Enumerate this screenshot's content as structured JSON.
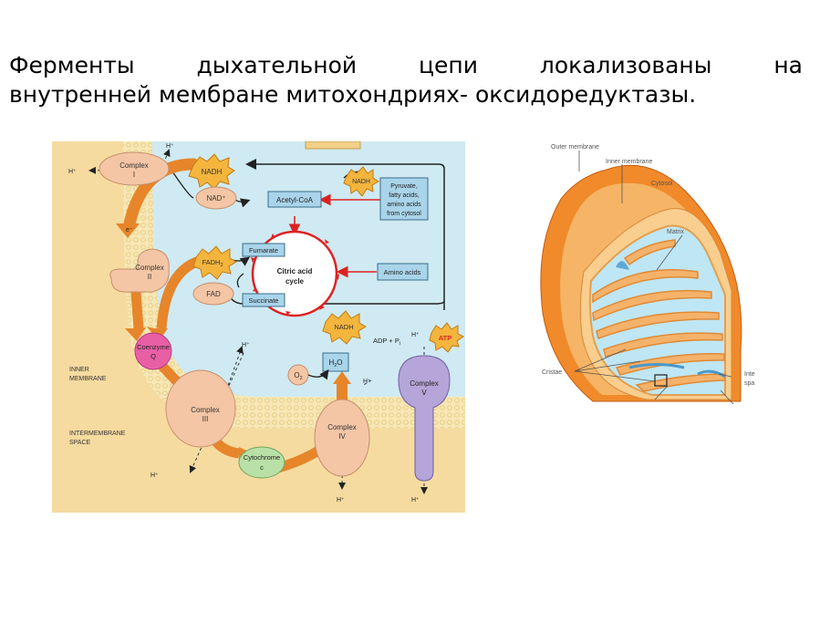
{
  "title": {
    "line1_words": [
      "Ферменты",
      "дыхательной",
      "цепи",
      "локализованы",
      "на"
    ],
    "line2": "внутренней мембране митохондриях- оксидоредуктазы."
  },
  "left_diagram": {
    "complex1": [
      "Complex",
      "I"
    ],
    "complex2": [
      "Complex",
      "II"
    ],
    "complex3": [
      "Complex",
      "III"
    ],
    "complex4": [
      "Complex",
      "IV"
    ],
    "complex5": [
      "Complex",
      "V"
    ],
    "coenzyme_q": [
      "Coenzyme",
      "Q"
    ],
    "cytochrome_c": [
      "Cytochrome",
      "c"
    ],
    "nadh": "NADH",
    "nad_plus": "NAD⁺",
    "fadh2": "FADH",
    "fadh2_sub": "2",
    "fad": "FAD",
    "acetyl_coa": "Acetyl-CoA",
    "fumarate": "Fumarate",
    "succinate": "Succinate",
    "citric_cycle": [
      "Citric acid",
      "cycle"
    ],
    "amino_acids": "Amino acids",
    "pyruvate_box": [
      "Pyruvate,",
      "fatty acids,",
      "amino acids",
      "from cytosol"
    ],
    "atp": "ATP",
    "adp_pi": "ADP + P",
    "adp_pi_sub": "i",
    "water": "H",
    "water_sub": "2",
    "water_tail": "O",
    "oxygen": "O",
    "oxygen_sub": "2",
    "proton": "H⁺",
    "electron": "e⁻",
    "inner_membrane_label": [
      "INNER",
      "MEMBRANE"
    ],
    "intermembrane_label": [
      "INTERMEMBRANE",
      "SPACE"
    ]
  },
  "right_diagram": {
    "outer_membrane": "Outer membrane",
    "inner_membrane": "Inner membrane",
    "cytosol": "Cytosol",
    "matrix": "Matrix",
    "cristae": "Cristae",
    "inter_space": [
      "Inte",
      "spa"
    ]
  },
  "colors": {
    "matrix_blue": "#cfeaf2",
    "membrane_tan": "#f7dca0",
    "complex_fill": "#f4c6a6",
    "arrow_orange": "#f29a3a",
    "box_blue": "#a9d4ea",
    "cycle_red": "#e23b2e",
    "mito_orange": "#f08a2a"
  }
}
